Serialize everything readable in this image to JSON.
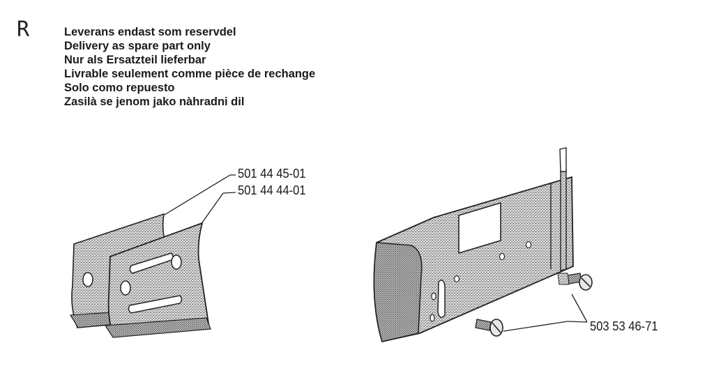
{
  "section_marker": "R",
  "notes": [
    "Leverans endast som reservdel",
    "Delivery as spare part only",
    "Nur als Ersatzteil lieferbar",
    "Livrable seulement comme pièce de rechange",
    "Solo como repuesto",
    "Zasilà se jenom jako nàhradni dil"
  ],
  "parts": {
    "chain_guide_plate_outer": "501 44 45-01",
    "chain_guide_plate_inner": "501 44 44-01",
    "screw": "503 53 46-71"
  },
  "icons": {
    "marker": "spare-part-symbol",
    "left_drawing": "chain-guide-plates-drawing",
    "right_drawing": "cover-plate-with-screws-drawing"
  }
}
